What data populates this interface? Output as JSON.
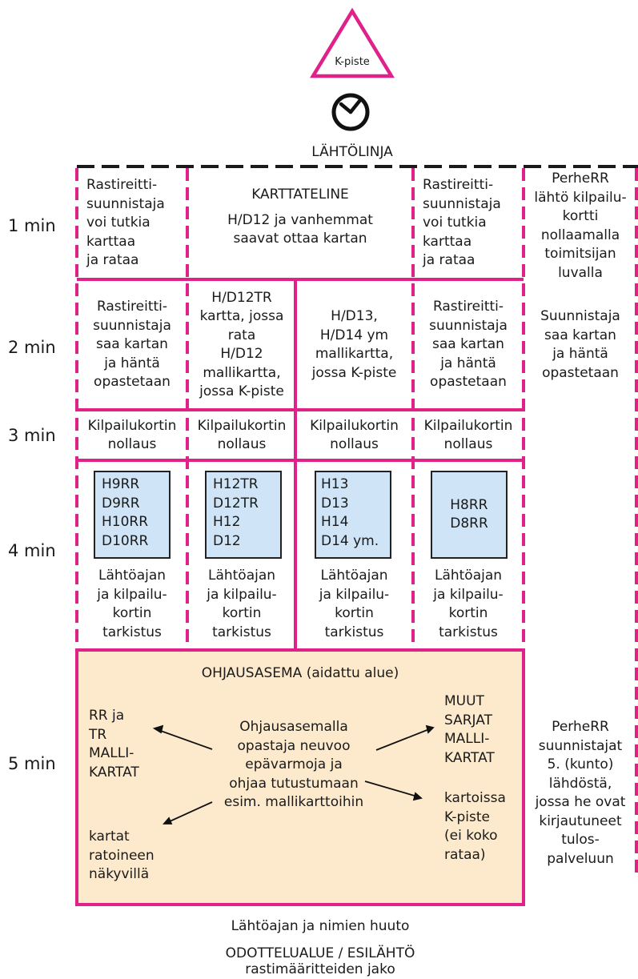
{
  "top": {
    "triangle_label": "K-piste",
    "start_line": "LÄHTÖLINJA"
  },
  "minutes": [
    "1 min",
    "2 min",
    "3 min",
    "4 min",
    "5 min"
  ],
  "row1": {
    "lane1": "Rastireitti-\nsuunnistaja\nvoi tutkia\nkarttaa\nja rataa",
    "middle_title": "KARTTATELINE",
    "middle_text": "H/D12 ja vanhemmat\nsaavat ottaa kartan",
    "lane4": "Rastireitti-\nsuunnistaja\nvoi tutkia\nkarttaa\nja rataa",
    "side": "PerheRR\nlähtö kilpailu-\nkortti\nnollaamalla\ntoimitsijan\nluvalla"
  },
  "row2": {
    "lane1": "Rastireitti-\nsuunnistaja\nsaa kartan\nja häntä\nopastetaan",
    "lane2": "H/D12TR\nkartta, jossa\nrata\nH/D12\nmallikartta,\njossa K-piste",
    "lane3": "H/D13,\nH/D14 ym\nmallikartta,\njossa K-piste",
    "lane4": "Rastireitti-\nsuunnistaja\nsaa kartan\nja häntä\nopastetaan",
    "side": "Suunnistaja\nsaa kartan\nja häntä\nopastetaan"
  },
  "row3": {
    "lane1": "Kilpailukortin\nnollaus",
    "lane2": "Kilpailukortin\nnollaus",
    "lane3": "Kilpailukortin\nnollaus",
    "lane4": "Kilpailukortin\nnollaus"
  },
  "row4": {
    "box1": "H9RR\nD9RR\nH10RR\nD10RR",
    "box2": "H12TR\nD12TR\nH12\nD12",
    "box3": "H13\nD13\nH14\nD14 ym.",
    "box4": "H8RR\nD8RR",
    "check": "Lähtöajan\nja kilpailu-\nkortin\ntarkistus"
  },
  "row5": {
    "title": "OHJAUSASEMA (aidattu alue)",
    "left_top": "RR ja\nTR\nMALLI-\nKARTAT",
    "left_bottom": "kartat\nratoineen\nnäkyvillä",
    "center": "Ohjausasemalla\nopastaja neuvoo\nepävarmoja ja\nohjaa tutustumaan\nesim. mallikarttoihin",
    "right_top": "MUUT\nSARJAT\nMALLI-\nKARTAT",
    "right_bottom": "kartoissa\nK-piste\n(ei koko\nrataa)",
    "side": "PerheRR\nsuunnistajat\n5. (kunto)\nlähdöstä,\njossa he ovat\nkirjautuneet\ntulos-\npalveluun"
  },
  "bottom": {
    "call": "Lähtöajan ja nimien huuto",
    "waiting": "ODOTTELUALUE / ESILÄHTÖ",
    "waiting_sub": "rastimääritteiden jako"
  },
  "colors": {
    "magenta": "#e0218a",
    "zone_fill": "#fdeacd",
    "box_fill": "#cfe5f7",
    "line": "#222222"
  }
}
